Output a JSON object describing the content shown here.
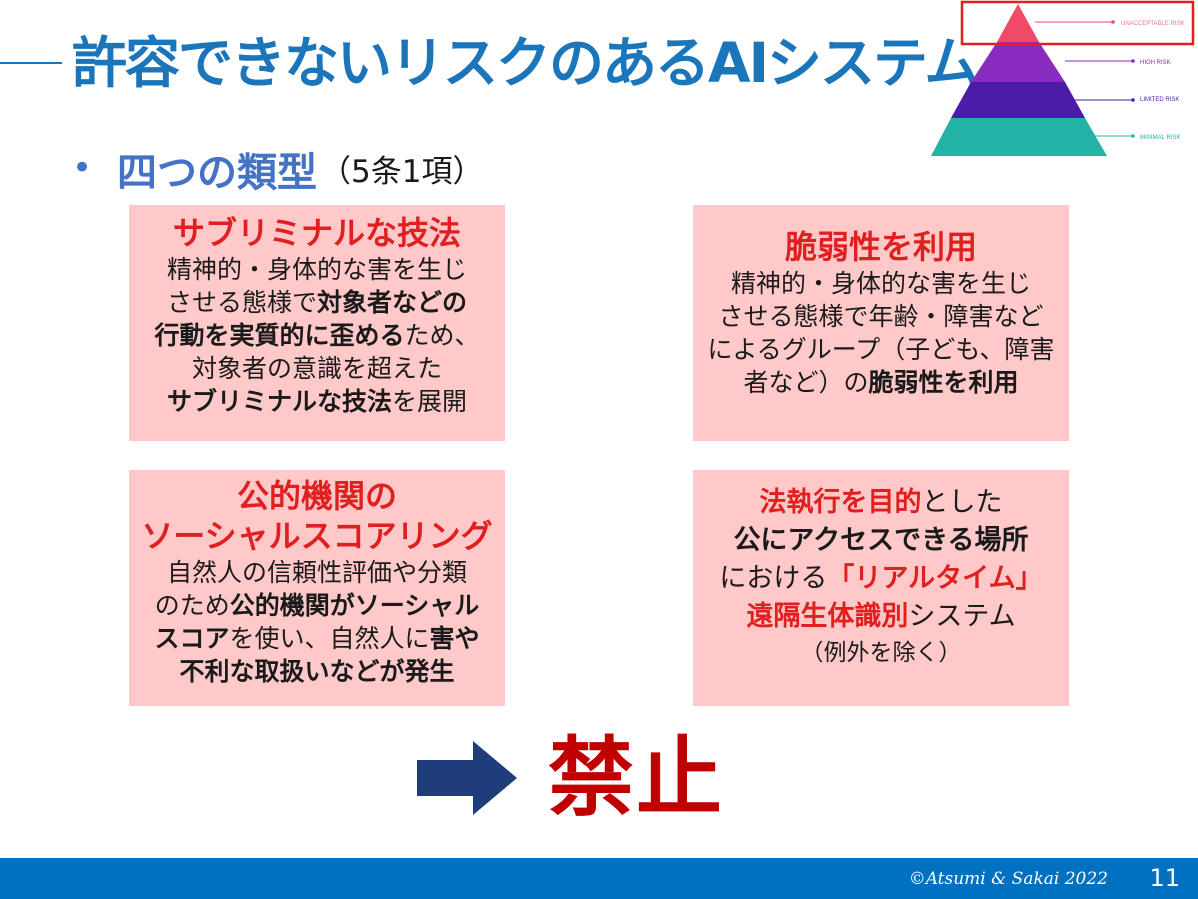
{
  "title": {
    "bold": "許容できないリスク",
    "regular": "のあるAIシステム"
  },
  "pyramid": {
    "levels": [
      "UNACCEPTABLE RISK",
      "HIGH RISK",
      "LIMITED RISK",
      "MINIMAL RISK"
    ],
    "colors": [
      "#f04a68",
      "#8a2bbf",
      "#4a1ca8",
      "#23b3a6"
    ],
    "highlight_color": "#e02020"
  },
  "bullet": {
    "marker": "•",
    "heading": "四つの類型",
    "reference": "（5条1項）"
  },
  "boxes": {
    "subliminal": {
      "title": "サブリミナルな技法",
      "l1": "精神的・身体的な害を生じ",
      "l2a": "させる態様で",
      "l2b": "対象者などの",
      "l3a": "行動を実質的に歪める",
      "l3b": "ため、",
      "l4": "対象者の意識を超えた",
      "l5a": "サブリミナルな技法",
      "l5b": "を展開"
    },
    "vulnerability": {
      "title": "脆弱性を利用",
      "l1": "精神的・身体的な害を生じ",
      "l2": "させる態様で年齢・障害など",
      "l3": "によるグループ（子ども、障害",
      "l4a": "者など）の",
      "l4b": "脆弱性を利用"
    },
    "social_scoring": {
      "title1": "公的機関の",
      "title2": "ソーシャルスコアリング",
      "l1": "自然人の信頼性評価や分類",
      "l2a": "のため",
      "l2b": "公的機関がソーシャル",
      "l3a": "スコア",
      "l3b": "を使い、自然人に",
      "l3c": "害や",
      "l4": "不利な取扱いなどが発生"
    },
    "biometric": {
      "l1a": "法執行を目的",
      "l1b": "とした",
      "l2": "公にアクセスできる場所",
      "l3a": "における",
      "l3b": "「リアルタイム」",
      "l4a": "遠隔生体識別",
      "l4b": "システム",
      "l5": "（例外を除く）"
    }
  },
  "conclusion": "禁止",
  "colors": {
    "title_blue": "#1a75bb",
    "bullet_blue": "#4472c4",
    "box_pink": "#ffc9c9",
    "emphasis_red": "#e02020",
    "conclusion_red": "#c00000",
    "arrow_navy": "#1f3d7a",
    "footer_blue": "#0070c0"
  },
  "footer": {
    "credit": "©Atsumi & Sakai 2022",
    "page": "11"
  }
}
